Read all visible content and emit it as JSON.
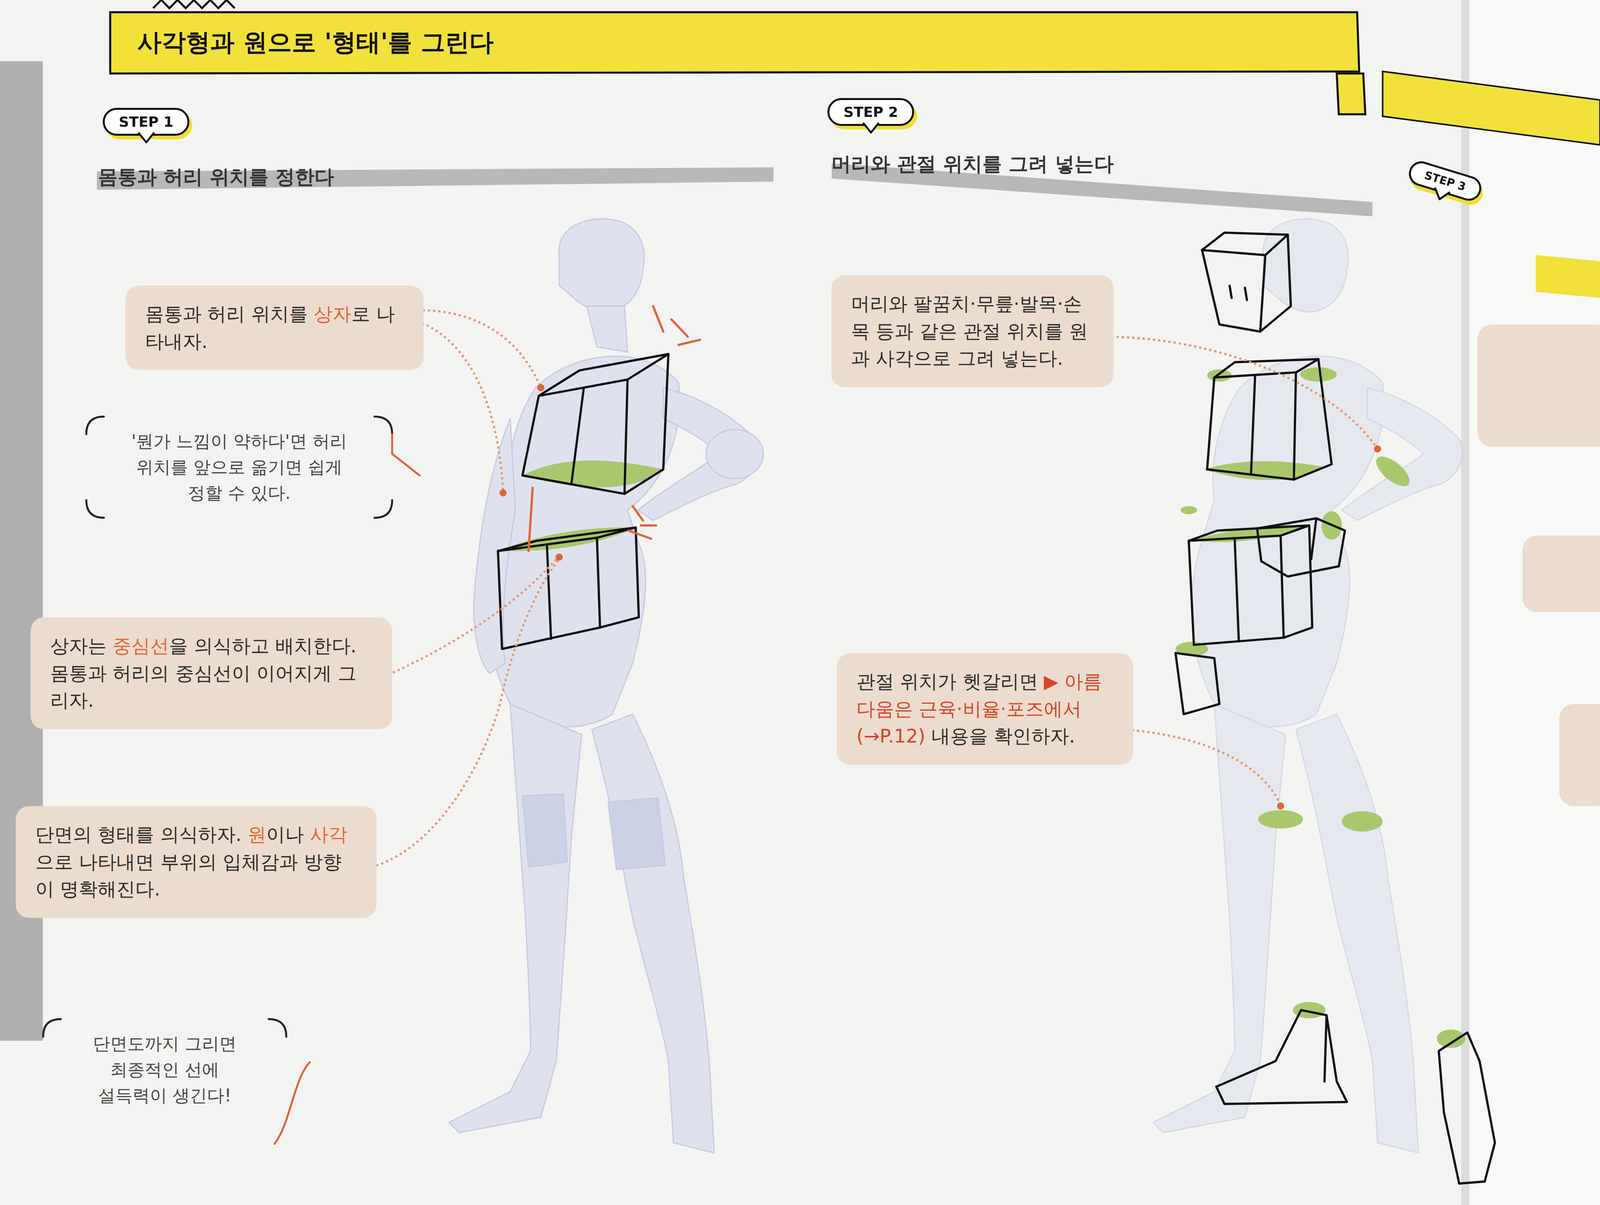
{
  "diagram": {
    "title": "사각형과 원으로 '형태'를 그린다",
    "nodes": [
      {
        "text": [
          "STEP 1"
        ]
      },
      {
        "text": [
          "몸통과 허리 위치를 상자로 나타내자."
        ]
      },
      {
        "text": [
          "상자는 중심선을 의식하고 배치한다. 몸통과 허리의 중심선이 이어지게 그리자."
        ]
      },
      {
        "text": [
          "단면의 형태를 의식하자. 원이나 사각으로 나타내면 부위의 입체감과 방향이 명확해진다."
        ]
      },
      {
        "text": [
          "STEP 2"
        ]
      },
      {
        "text": [
          "머리와 팔꿈치·무릎·발목·손목 등과 같은 관절 위치를 원과 사각으로 그려 넣는다."
        ]
      },
      {
        "text": [
          "관절 위치가 헷갈리면 ▶ 아름다움은 근육·비율·포즈에서 (→P.12) 내용을 확인하자."
        ]
      },
      {
        "text": [
          "STEP 3"
        ]
      }
    ],
    "labels": [
      "몸통과 허리 위치를 정한다",
      "머리와 관절 위치를 그려 넣는다",
      "'뭔가 느낌이 약하다'면 허리 위치를 앞으로 옮기면 쉽게 정할 수 있다.",
      "단면도까지 그리면 최종적인 선에 설득력이 생긴다!"
    ]
  }
}
